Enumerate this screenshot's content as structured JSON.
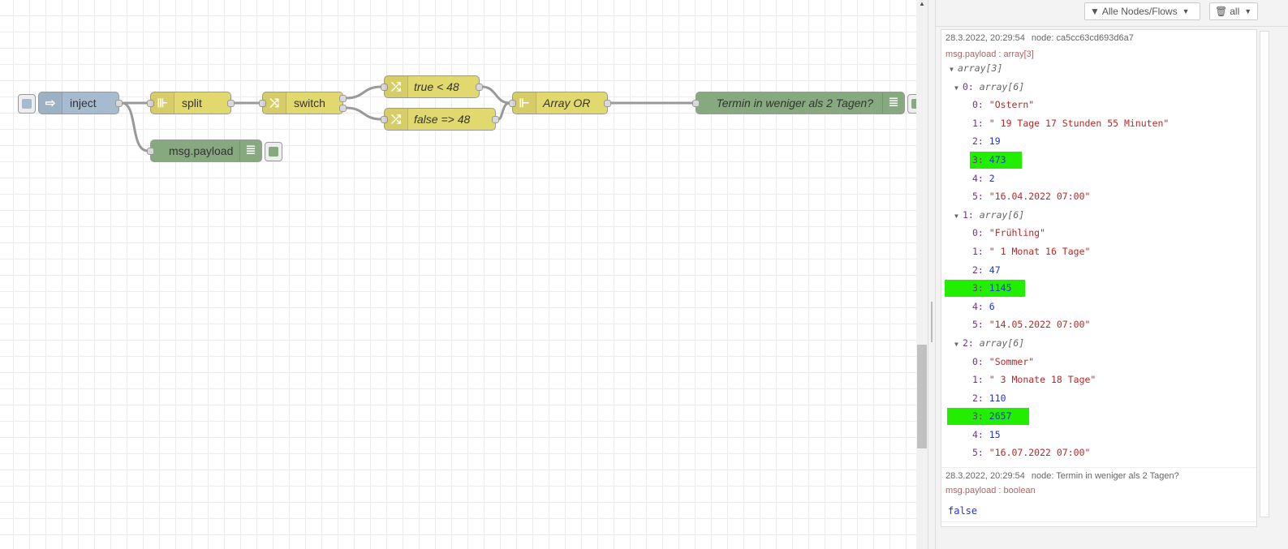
{
  "flow": {
    "nodes": {
      "inject": "inject",
      "split": "split",
      "switch": "switch",
      "change_true": "true < 48",
      "change_false": "false => 48",
      "join": "Array OR",
      "debug_result": "Termin in weniger als 2 Tagen?",
      "debug_payload": "msg.payload"
    },
    "colors": {
      "inject": "#a6bbcf",
      "function": "#e2d96e",
      "debug": "#87a980"
    }
  },
  "sidebar": {
    "filter_label": "Alle Nodes/Flows",
    "clear_label": "all",
    "messages": [
      {
        "timestamp": "28.3.2022, 20:29:54",
        "node": "node: ca5cc63cd693d6a7",
        "topic": "msg.payload : array[3]",
        "root": "array[3]",
        "arrays": [
          {
            "label": "0:",
            "type": "array[6]",
            "items": [
              {
                "k": "0:",
                "v": "\"Ostern\"",
                "t": "str"
              },
              {
                "k": "1:",
                "v": "\" 19 Tage 17 Stunden 55 Minuten\"",
                "t": "str"
              },
              {
                "k": "2:",
                "v": "19",
                "t": "num"
              },
              {
                "k": "3:",
                "v": "473",
                "t": "num",
                "hl": true
              },
              {
                "k": "4:",
                "v": "2",
                "t": "num"
              },
              {
                "k": "5:",
                "v": "\"16.04.2022 07:00\"",
                "t": "str"
              }
            ]
          },
          {
            "label": "1:",
            "type": "array[6]",
            "items": [
              {
                "k": "0:",
                "v": "\"Frühling\"",
                "t": "str"
              },
              {
                "k": "1:",
                "v": "\" 1 Monat 16 Tage\"",
                "t": "str"
              },
              {
                "k": "2:",
                "v": "47",
                "t": "num"
              },
              {
                "k": "3:",
                "v": "1145",
                "t": "num",
                "hl": true
              },
              {
                "k": "4:",
                "v": "6",
                "t": "num"
              },
              {
                "k": "5:",
                "v": "\"14.05.2022 07:00\"",
                "t": "str"
              }
            ]
          },
          {
            "label": "2:",
            "type": "array[6]",
            "items": [
              {
                "k": "0:",
                "v": "\"Sommer\"",
                "t": "str"
              },
              {
                "k": "1:",
                "v": "\" 3 Monate 18 Tage\"",
                "t": "str"
              },
              {
                "k": "2:",
                "v": "110",
                "t": "num"
              },
              {
                "k": "3:",
                "v": "2657",
                "t": "num",
                "hl": true
              },
              {
                "k": "4:",
                "v": "15",
                "t": "num"
              },
              {
                "k": "5:",
                "v": "\"16.07.2022 07:00\"",
                "t": "str"
              }
            ]
          }
        ]
      },
      {
        "timestamp": "28.3.2022, 20:29:54",
        "node": "node: Termin in weniger als 2 Tagen?",
        "topic": "msg.payload : boolean",
        "value": "false"
      }
    ],
    "highlight_color": "#22ee00"
  }
}
